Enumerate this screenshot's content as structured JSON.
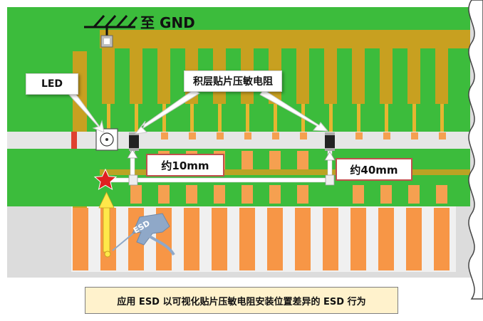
{
  "labels": {
    "gnd": "至 GND",
    "led": "LED",
    "varistor": "积层贴片压敏电阻",
    "distance_near": "约10mm",
    "distance_far": "约40mm",
    "esd": "ESD",
    "caption": "应用 ESD 以可视化贴片压敏电阻安装位置差异的 ESD 行为"
  },
  "colors": {
    "ground_plane": "#3cbc3c",
    "upper_fingers": "#c8a020",
    "lower_fingers": "#f79646",
    "copper_pads": "#f5a050",
    "trace": "#ffffff",
    "caption_bg": "#fff2cc",
    "callout_border": "#c0504d",
    "esd_gun": "#8fa8c8",
    "spark": "#e02020"
  },
  "icons": [
    "ground-symbol-icon",
    "led-icon",
    "esd-gun-icon",
    "spark-star-icon",
    "varistor-chip-icon"
  ]
}
